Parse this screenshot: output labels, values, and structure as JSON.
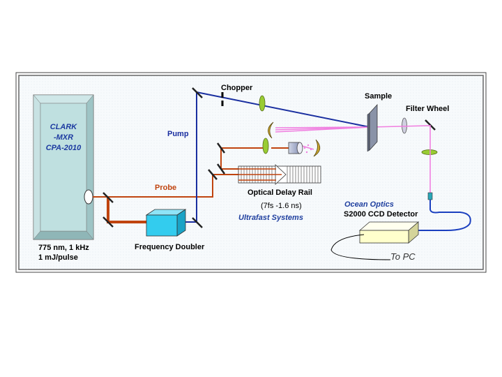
{
  "laser": {
    "line1": "CLARK",
    "line2": "-MXR",
    "line3": "CPA-2010",
    "spec1": "775 nm, 1 kHz",
    "spec2": "1 mJ/pulse"
  },
  "labels": {
    "chopper": "Chopper",
    "sample": "Sample",
    "filter_wheel": "Filter Wheel",
    "pump": "Pump",
    "probe": "Probe",
    "delay_rail": "Optical Delay Rail",
    "delay_range": "(7fs -1.6 ns)",
    "ultrafast": "Ultrafast Systems",
    "ocean_optics": "Ocean Optics",
    "detector": "S2000 CCD Detector",
    "frequency_doubler": "Frequency Doubler",
    "to_pc": "To PC"
  },
  "colors": {
    "pump_beam": "#1a2fa0",
    "probe_beam": "#c0440f",
    "signal_beam": "#f080e0",
    "fiber": "#1a3fbf",
    "panel_bg": "#f6f9fb",
    "laser_body": "#b8dcdc",
    "doubler": "#33ccee",
    "lens": "#99cc33",
    "detector_box": "#ffffcc"
  }
}
